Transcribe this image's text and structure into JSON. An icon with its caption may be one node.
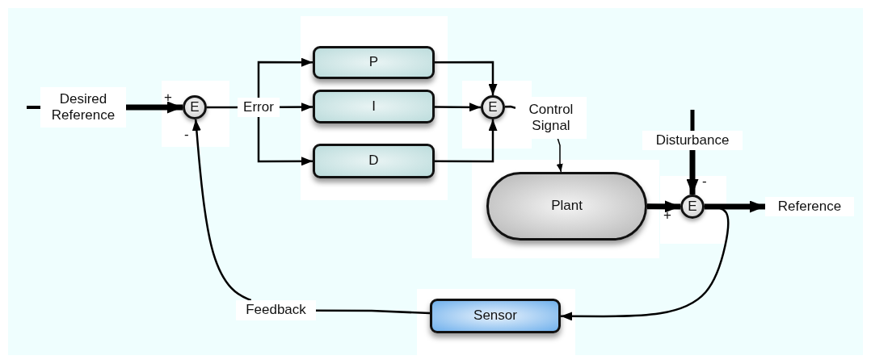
{
  "diagram": {
    "nodes": [
      {
        "text": [
          "Desired Reference"
        ]
      },
      {
        "text": [
          "E"
        ]
      },
      {
        "text": [
          "Error"
        ]
      },
      {
        "text": [
          "P"
        ]
      },
      {
        "text": [
          "I"
        ]
      },
      {
        "text": [
          "D"
        ]
      },
      {
        "text": [
          "E"
        ]
      },
      {
        "text": [
          "Control Signal"
        ]
      },
      {
        "text": [
          "Plant"
        ]
      },
      {
        "text": [
          "Disturbance"
        ]
      },
      {
        "text": [
          "E"
        ]
      },
      {
        "text": [
          "Reference"
        ]
      },
      {
        "text": [
          "Sensor"
        ]
      },
      {
        "text": [
          "Feedback"
        ]
      }
    ],
    "edges": [
      {
        "from": 0,
        "to": 1,
        "arrow": "to",
        "style": "thick"
      },
      {
        "from": 1,
        "to": 2,
        "arrow": "none"
      },
      {
        "from": 2,
        "to": 3,
        "arrow": "to"
      },
      {
        "from": 2,
        "to": 4,
        "arrow": "to"
      },
      {
        "from": 2,
        "to": 5,
        "arrow": "to"
      },
      {
        "from": 3,
        "to": 6,
        "arrow": "to"
      },
      {
        "from": 4,
        "to": 6,
        "arrow": "to"
      },
      {
        "from": 5,
        "to": 6,
        "arrow": "to"
      },
      {
        "from": 6,
        "to": 7,
        "arrow": "none"
      },
      {
        "from": 7,
        "to": 8,
        "arrow": "to"
      },
      {
        "from": 8,
        "to": 10,
        "arrow": "to",
        "style": "thick"
      },
      {
        "from": 9,
        "to": 10,
        "arrow": "to",
        "style": "thick"
      },
      {
        "from": 10,
        "to": 11,
        "arrow": "to",
        "style": "thick"
      },
      {
        "from": 10,
        "to": 12,
        "arrow": "to"
      },
      {
        "from": 12,
        "to": 13,
        "arrow": "none"
      },
      {
        "from": 13,
        "to": 1,
        "arrow": "to"
      }
    ],
    "labels": [
      "+",
      "-",
      "-",
      "+"
    ]
  }
}
